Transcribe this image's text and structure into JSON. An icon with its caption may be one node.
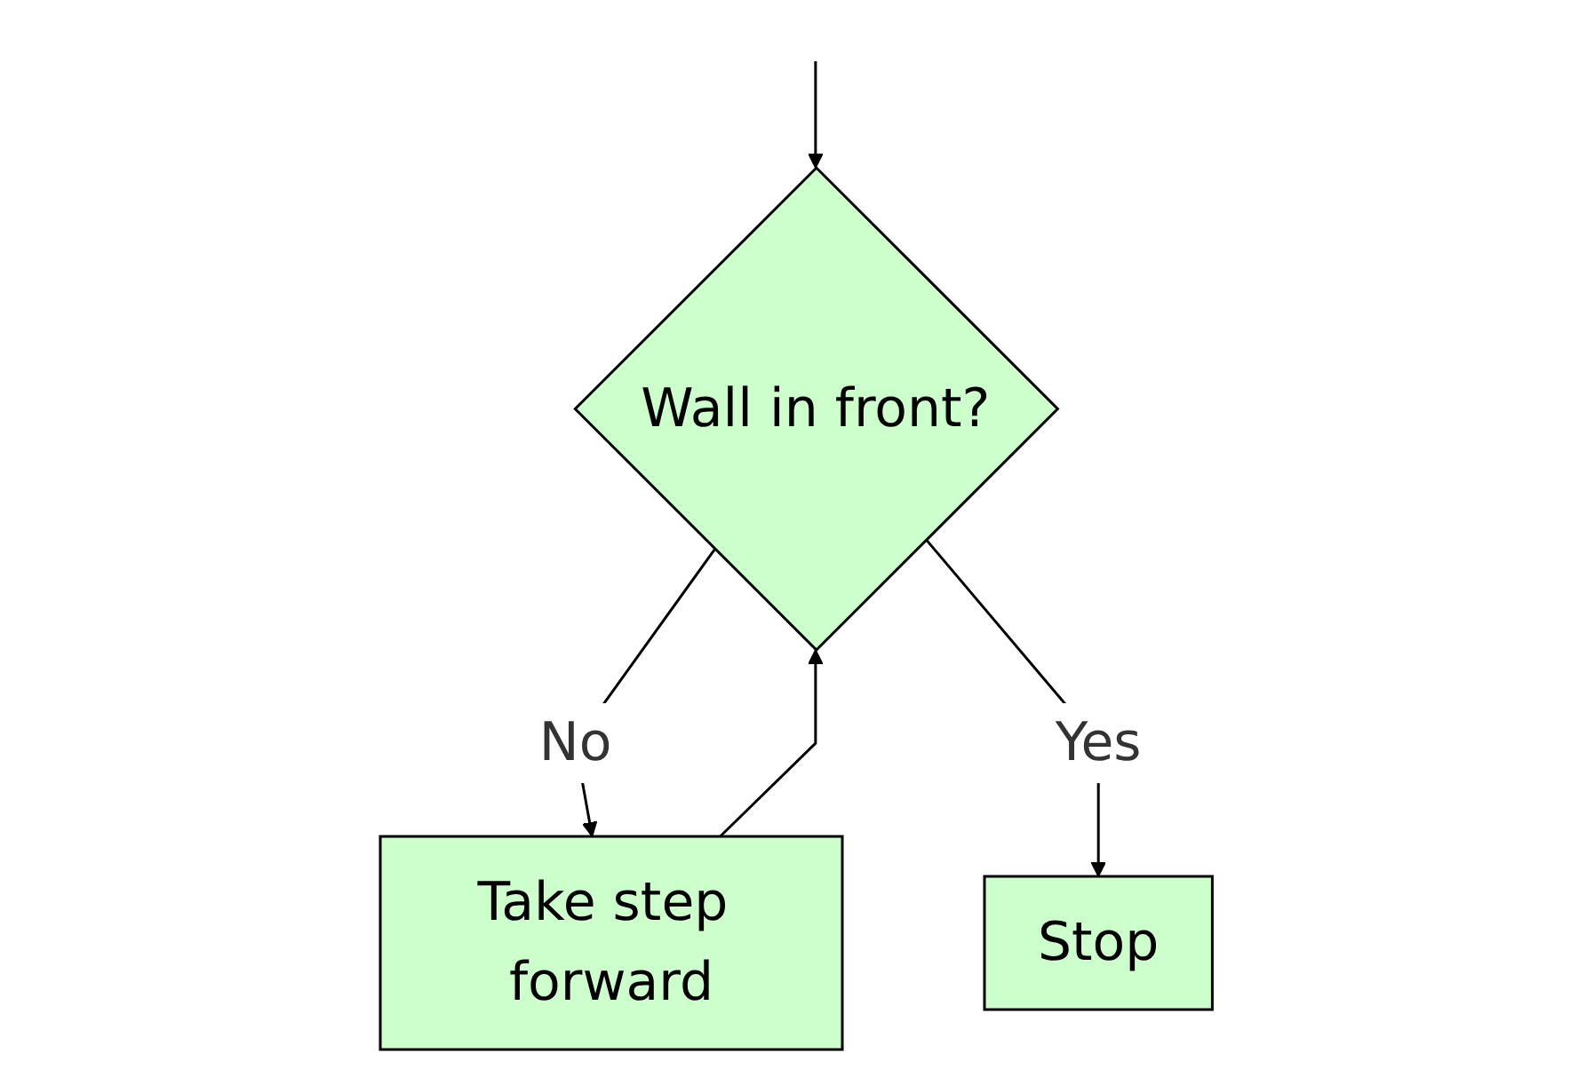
{
  "diagram": {
    "nodes": [
      {
        "text": [
          "Wall in front?"
        ]
      },
      {
        "text": [
          "Take step forward"
        ]
      },
      {
        "text": [
          "Stop"
        ]
      }
    ],
    "edges": [
      {
        "from": null,
        "to": 0,
        "arrow": "to"
      },
      {
        "from": 1,
        "to": 0,
        "arrow": "to"
      },
      {
        "from": 0,
        "to": 1,
        "label": "No",
        "arrow": "to"
      },
      {
        "from": 0,
        "to": 2,
        "label": "Yes",
        "arrow": "to"
      }
    ]
  }
}
